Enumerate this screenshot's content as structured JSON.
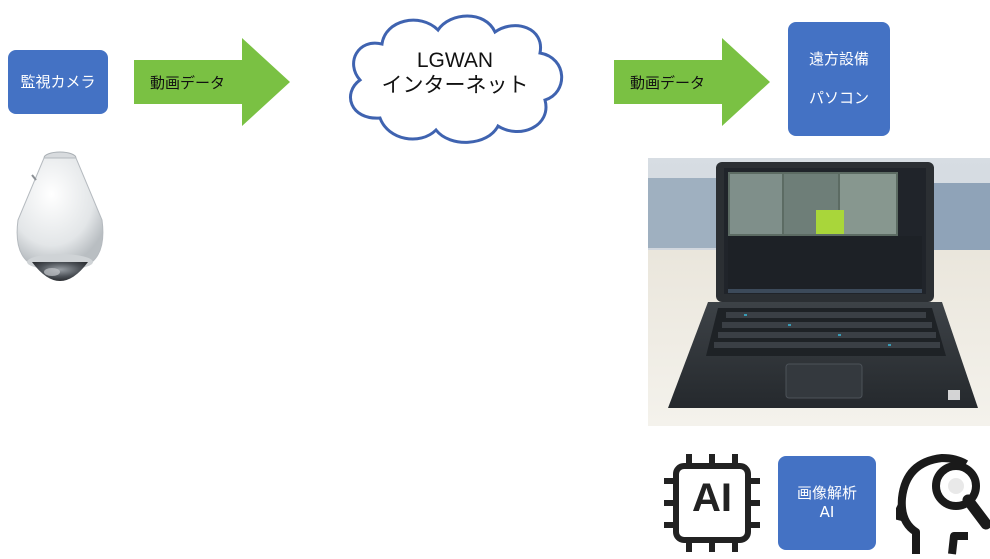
{
  "camera_box": {
    "label": "監視カメラ"
  },
  "arrow_left": {
    "label": "動画データ"
  },
  "cloud": {
    "line1": "LGWAN",
    "line2": "インターネット"
  },
  "arrow_right": {
    "label": "動画データ"
  },
  "remote_pc_box": {
    "line1": "遠方設備",
    "line2": "パソコン"
  },
  "ai_box": {
    "line1": "画像解析",
    "line2": "AI"
  },
  "ai_chip_icon": {
    "text": "AI"
  },
  "colors": {
    "box": "#4472c4",
    "arrow": "#7ac143",
    "cloud_stroke": "#3f63b0"
  }
}
